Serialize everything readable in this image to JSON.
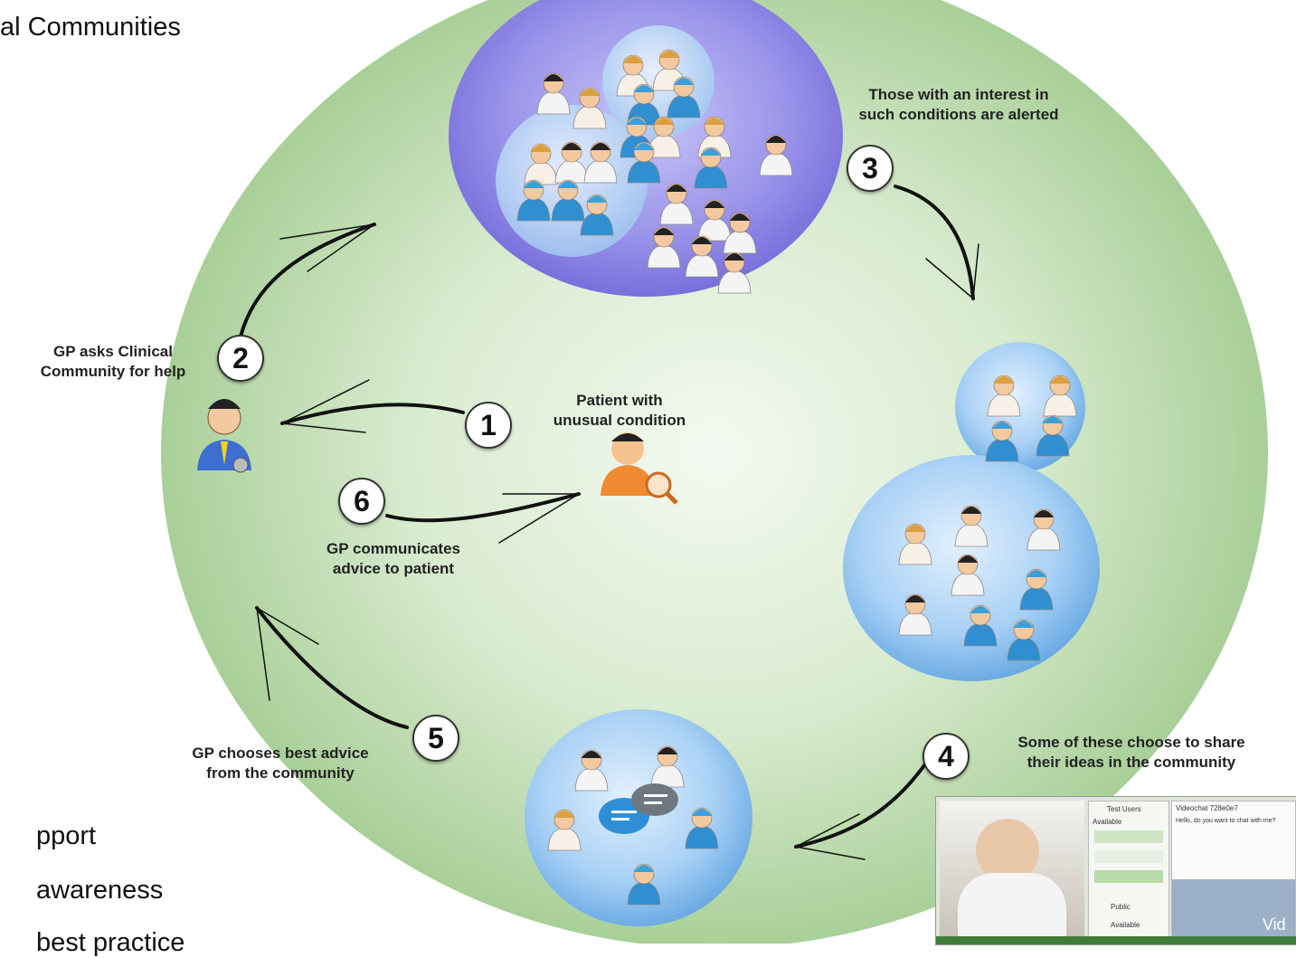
{
  "slide": {
    "title_fragment": "al Communities",
    "bullet_1": "pport",
    "bullet_2": "awareness",
    "bullet_3": "best practice"
  },
  "steps": [
    {
      "number": "1",
      "caption_line1": "Patient with",
      "caption_line2": "unusual condition"
    },
    {
      "number": "2",
      "caption_line1": "GP asks Clinical",
      "caption_line2": "Community for help"
    },
    {
      "number": "3",
      "caption_line1": "Those with an interest in",
      "caption_line2": "such conditions are alerted"
    },
    {
      "number": "4",
      "caption_line1": "Some of these choose to share",
      "caption_line2": "their ideas in the community"
    },
    {
      "number": "5",
      "caption_line1": "GP chooses best advice",
      "caption_line2": "from the community"
    },
    {
      "number": "6",
      "caption_line1": "GP communicates",
      "caption_line2": "advice to patient"
    }
  ],
  "screenshot": {
    "tab_label": "Test Users",
    "available_label": "Available",
    "public_label": "Public",
    "chat_title": "Videochat 728e0e7",
    "chat_message": "Hello, do you want to chat with me?",
    "video_label": "Vid"
  },
  "colors": {
    "ring_outer": "#a9cf98",
    "ring_inner": "#e9f3e4",
    "community_purple": "#8a82e6",
    "group_blue": "#5ea3e0",
    "patient_orange": "#f08a32"
  }
}
